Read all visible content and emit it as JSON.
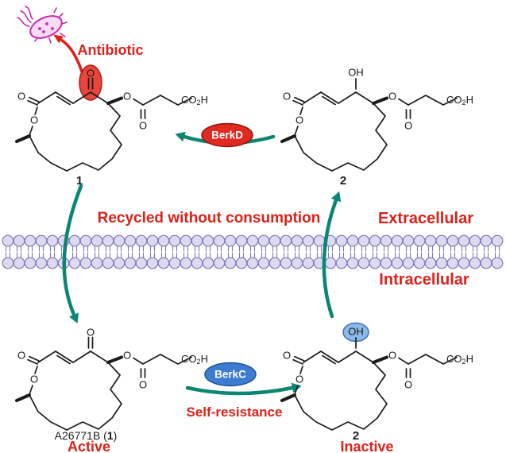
{
  "palette": {
    "accent_red": "#dd2018",
    "teal_arrow": "#0d8573",
    "enzyme_red": "#e02a1f",
    "enzyme_blue": "#3d7cd0",
    "highlight_red": "#e8362a",
    "highlight_blue": "#85b6e8",
    "membrane_head_fill": "#dcd9f0",
    "membrane_head_stroke": "#7d79b8",
    "bacterium_magenta": "#c32cb6",
    "ink": "#1b1b1b"
  },
  "header": {
    "antibiotic_label": "Antibiotic"
  },
  "membrane": {
    "outside_label": "Extracellular",
    "inside_label": "Intracellular"
  },
  "cycle": {
    "recycled_label": "Recycled without consumption",
    "self_resistance_label": "Self-resistance"
  },
  "enzymes": {
    "berkd": "BerkD",
    "berkc": "BerkC"
  },
  "compounds": {
    "top_left": {
      "number": "1"
    },
    "top_right": {
      "number": "2"
    },
    "bottom_left": {
      "name_pre": "A26771B (",
      "name_num": "1",
      "name_post": ")",
      "status": "Active"
    },
    "bottom_right": {
      "number": "2",
      "status": "Inactive"
    }
  },
  "atoms": {
    "oxygen": "O",
    "hydroxyl": "OH",
    "carboxyl_c": "CO",
    "carboxyl_sub": "2",
    "carboxyl_h": "H"
  }
}
